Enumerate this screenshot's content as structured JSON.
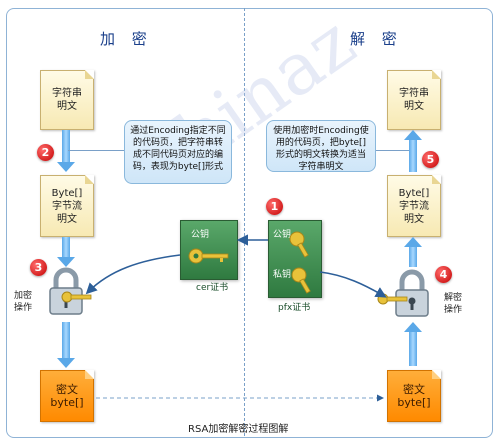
{
  "titles": {
    "encrypt": "加 密",
    "decrypt": "解 密"
  },
  "left": {
    "string_plaintext": [
      "字符串",
      "明文"
    ],
    "byte_stream": [
      "Byte[]",
      "字节流",
      "明文"
    ],
    "cipher": [
      "密文",
      "byte[]"
    ],
    "lock_label": [
      "加密",
      "操作"
    ],
    "callout": "通过Encoding指定不同的代码页，把字符串转成不同代码页对应的编码，表现为byte[]形式"
  },
  "right": {
    "string_plaintext": [
      "字符串",
      "明文"
    ],
    "byte_stream": [
      "Byte[]",
      "字节流",
      "明文"
    ],
    "cipher": [
      "密文",
      "byte[]"
    ],
    "lock_label": [
      "解密",
      "操作"
    ],
    "callout": "使用加密时Encoding使用的代码页，把byte[]形式的明文转换为适当字符串明文"
  },
  "certs": {
    "cer_key": "公钥",
    "cer_name": "cer证书",
    "pfx_public": "公钥",
    "pfx_private": "私钥",
    "pfx_name": "pfx证书"
  },
  "steps": [
    "1",
    "2",
    "3",
    "4",
    "5"
  ],
  "caption": "RSA加密解密过程图解",
  "watermark": "chinaz",
  "colors": {
    "accent_blue": "#5aa8e8",
    "step_red": "#c30000",
    "cipher_orange": "#ff8a00",
    "cert_green": "#2f7a40"
  }
}
